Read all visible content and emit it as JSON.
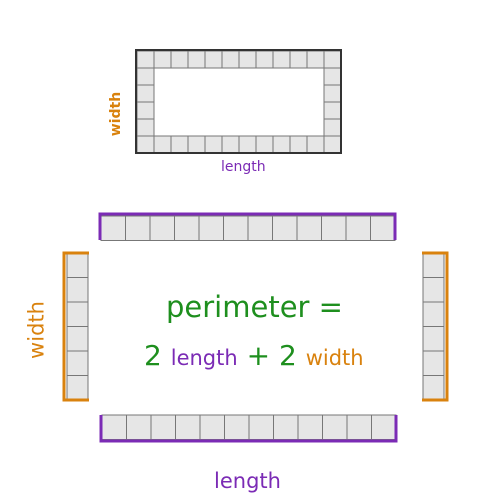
{
  "diagram": {
    "top_rectangle": {
      "length_label": "length",
      "width_label": "width"
    },
    "bottom_figure": {
      "length_label": "length",
      "width_label": "width"
    },
    "formula": {
      "line1": "perimeter =",
      "num1": "2",
      "word1": "length",
      "plus": "+",
      "num2": "2",
      "word2": "width"
    },
    "colors": {
      "length": "#7b2bb5",
      "width": "#d9820e",
      "formula": "#1e8f1e",
      "tile_fill": "#e6e6e6",
      "tile_stroke": "#777777",
      "outline": "#333333"
    }
  }
}
